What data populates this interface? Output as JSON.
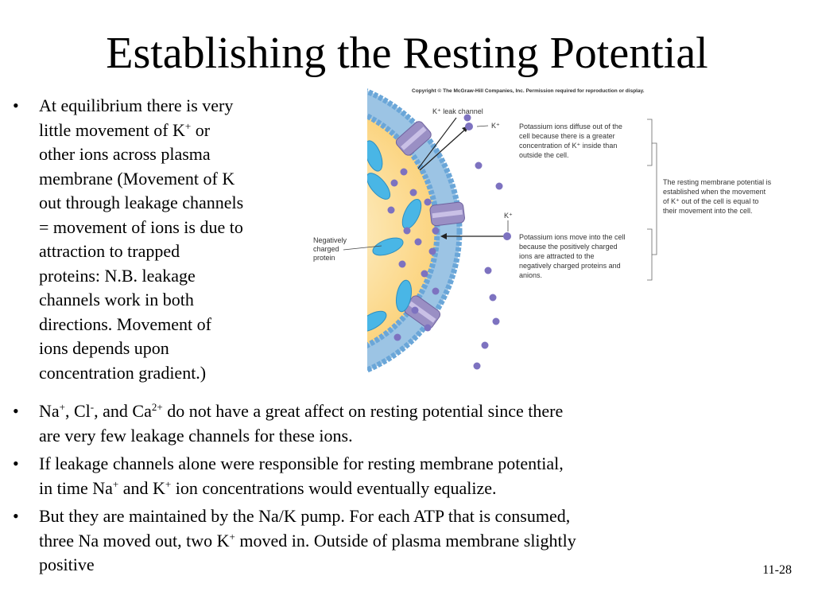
{
  "title": "Establishing the Resting Potential",
  "bullet_symbol": "•",
  "bullets": [
    {
      "lines": [
        "At equilibrium there is very",
        "little movement of K",
        "other ions across plasma",
        "membrane (Movement of K",
        "out through leakage channels",
        "= movement of ions is due to",
        "attraction to trapped",
        "proteins: N.B. leakage",
        "channels work in both",
        "directions. Movement of",
        "ions depends upon",
        "concentration gradient.)"
      ],
      "line2_sup": "+",
      "line2_tail": " or"
    },
    {
      "na": "Na",
      "na_sup": "+",
      "cl": ", Cl",
      "cl_sup": "-",
      "ca": ", and Ca",
      "ca_sup": "2+",
      "rest": " do not have a great affect on resting potential since there",
      "line2": "are very few leakage channels for these ions."
    },
    {
      "line1": "If leakage channels alone were responsible for resting membrane potential,",
      "line2_a": "in time Na",
      "line2_sup1": "+",
      "line2_b": " and K",
      "line2_sup2": "+",
      "line2_c": " ion concentrations would eventually equalize."
    },
    {
      "line1": "But they are maintained by the Na/K pump. For each ATP that is consumed,",
      "line2_a": "three Na moved out, two K",
      "line2_sup": "+",
      "line2_b": " moved in. Outside of plasma membrane slightly",
      "line3": "positive"
    }
  ],
  "figure": {
    "copyright": "Copyright © The McGraw-Hill Companies, Inc. Permission required for reproduction or display.",
    "leak_label": "K⁺ leak channel",
    "k_label_1": "K⁺",
    "k_label_2": "K⁺",
    "protein_label": [
      "Negatively",
      "charged",
      "protein"
    ],
    "diffuse_text": [
      "Potassium ions diffuse out of the",
      "cell because there is a greater",
      "concentration of K⁺ inside than",
      "outside the cell."
    ],
    "move_in_text": [
      "Potassium ions move into the cell",
      "because the positively charged",
      "ions are attracted to the",
      "negatively charged proteins and",
      "anions."
    ],
    "resting_text": [
      "The resting membrane potential is",
      "established when the movement",
      "of K⁺ out of the cell is equal to",
      "their movement into the cell."
    ],
    "colors": {
      "cytoplasm": "#fbd27a",
      "membrane_blue": "#6aa6d8",
      "membrane_tail": "#9cc4e4",
      "channel": "#9a8fc4",
      "ion": "#7d72c0",
      "protein": "#49b6e6"
    }
  },
  "slide_number": "11-28"
}
